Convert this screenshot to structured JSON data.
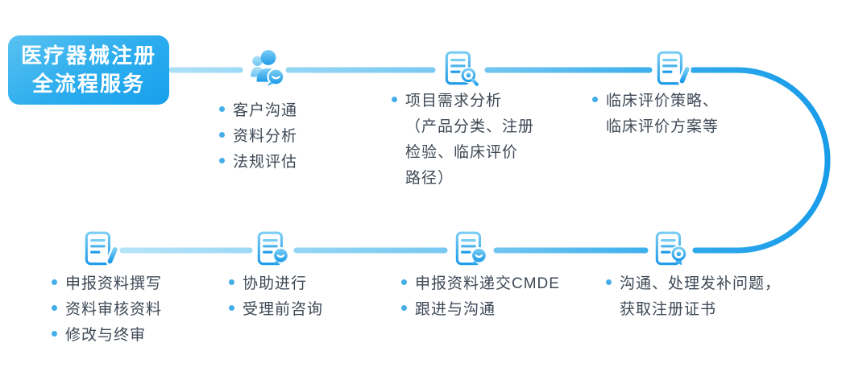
{
  "title": {
    "line1": "医疗器械注册",
    "line2": "全流程服务"
  },
  "colors": {
    "line_light": "#A9DFF8",
    "line_dark": "#1A9CE9",
    "badge_gradient_start": "#58C2F1",
    "badge_gradient_end": "#17A0EC",
    "bullet": "#45AEE9",
    "text": "#3E4956"
  },
  "steps": [
    {
      "name": "initial-consult",
      "icon": "customers-chat-icon",
      "lines": [
        {
          "t": "客户沟通",
          "bullet": true
        },
        {
          "t": "资料分析",
          "bullet": true
        },
        {
          "t": "法规评估",
          "bullet": true
        }
      ]
    },
    {
      "name": "requirement-analysis",
      "icon": "document-search-icon",
      "lines": [
        {
          "t": "项目需求分析",
          "bullet": true
        },
        {
          "t": "（产品分类、注册",
          "bullet": false
        },
        {
          "t": "检验、临床评价",
          "bullet": false
        },
        {
          "t": "路径）",
          "bullet": false
        }
      ]
    },
    {
      "name": "clinical-strategy",
      "icon": "document-edit-icon",
      "lines": [
        {
          "t": "临床评价策略、",
          "bullet": true
        },
        {
          "t": "临床评价方案等",
          "bullet": false
        }
      ]
    },
    {
      "name": "dossier-writing",
      "icon": "document-edit-icon",
      "lines": [
        {
          "t": "申报资料撰写",
          "bullet": true
        },
        {
          "t": "资料审核资料",
          "bullet": true
        },
        {
          "t": "修改与终审",
          "bullet": true
        }
      ]
    },
    {
      "name": "pre-acceptance-consult",
      "icon": "document-chat-icon",
      "lines": [
        {
          "t": "协助进行",
          "bullet": true
        },
        {
          "t": "受理前咨询",
          "bullet": true
        }
      ]
    },
    {
      "name": "submission-cmde",
      "icon": "document-chat-icon",
      "lines": [
        {
          "t": "申报资料递交CMDE",
          "bullet": true
        },
        {
          "t": "跟进与沟通",
          "bullet": true
        }
      ]
    },
    {
      "name": "certificate",
      "icon": "document-award-icon",
      "lines": [
        {
          "t": "沟通、处理发补问题，",
          "bullet": true
        },
        {
          "t": "获取注册证书",
          "bullet": false
        }
      ]
    }
  ]
}
